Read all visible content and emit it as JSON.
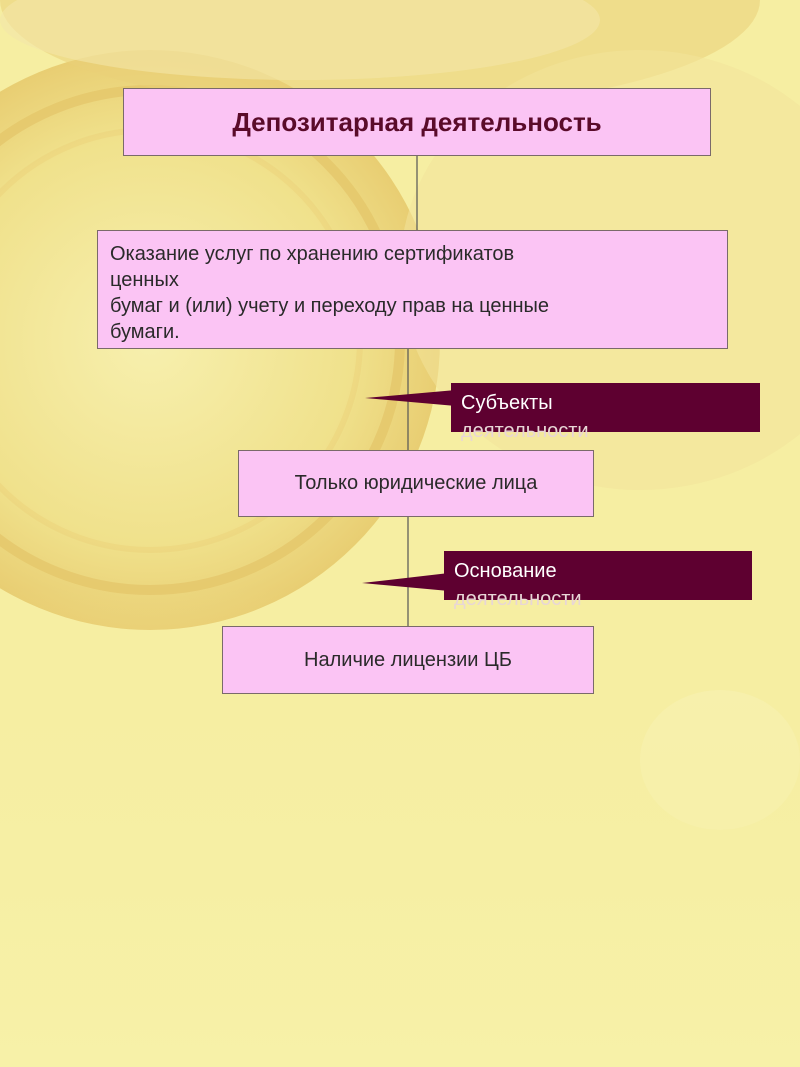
{
  "diagram": {
    "title": "Депозитарная деятельность",
    "definition": {
      "line1": "Оказание услуг по хранению сертификатов",
      "line2": "ценных",
      "line3": "бумаг и (или) учету и переходу прав на ценные",
      "line4": "бумаги."
    },
    "subjects_label": {
      "line1": "Субъекты",
      "line2": "деятельности"
    },
    "subjects_value": "Только юридические лица",
    "basis_label": {
      "line1": "Основание",
      "line2": "деятельности"
    },
    "basis_value": "Наличие лицензии ЦБ"
  },
  "colors": {
    "background": "#f6eea2",
    "box_fill": "#fbc4f4",
    "callout_fill": "#5e0030",
    "title_text": "#5a0b2a"
  }
}
